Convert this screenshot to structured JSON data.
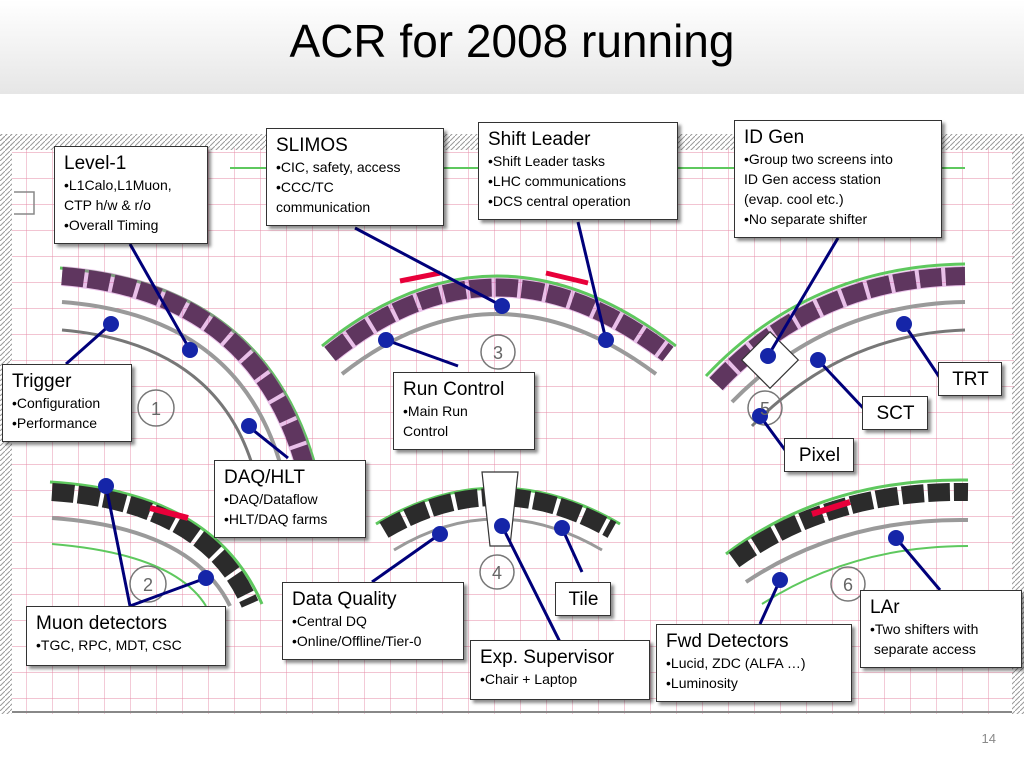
{
  "slide": {
    "title": "ACR for 2008 running",
    "page_number": "14"
  },
  "room_numbers": [
    "1",
    "2",
    "3",
    "4",
    "5",
    "6"
  ],
  "callouts": {
    "level1": {
      "heading": "Level-1",
      "lines": [
        "•L1Calo,L1Muon,",
        "CTP h/w & r/o",
        "•Overall Timing"
      ]
    },
    "slimos": {
      "heading": "SLIMOS",
      "lines": [
        "•CIC, safety, access",
        "•CCC/TC",
        "communication"
      ]
    },
    "shift_leader": {
      "heading": "Shift Leader",
      "lines": [
        "•Shift Leader tasks",
        "•LHC communications",
        "•DCS central operation"
      ]
    },
    "id_gen": {
      "heading": "ID Gen",
      "lines": [
        "•Group two screens into",
        "ID Gen access station",
        "(evap. cool etc.)",
        "•No separate shifter"
      ]
    },
    "trigger": {
      "heading": "Trigger",
      "lines": [
        "•Configuration",
        "•Performance"
      ]
    },
    "run_control": {
      "heading": "Run Control",
      "lines": [
        "•Main Run",
        "Control"
      ]
    },
    "trt": {
      "heading": "TRT",
      "lines": []
    },
    "sct": {
      "heading": "SCT",
      "lines": []
    },
    "pixel": {
      "heading": "Pixel",
      "lines": []
    },
    "daq_hlt": {
      "heading": "DAQ/HLT",
      "lines": [
        "•DAQ/Dataflow",
        "•HLT/DAQ farms"
      ]
    },
    "data_quality": {
      "heading": "Data Quality",
      "lines": [
        "•Central DQ",
        "•Online/Offline/Tier-0"
      ]
    },
    "tile": {
      "heading": "Tile",
      "lines": []
    },
    "muon": {
      "heading": "Muon detectors",
      "lines": [
        "•TGC, RPC, MDT, CSC"
      ]
    },
    "exp_supervisor": {
      "heading": "Exp. Supervisor",
      "lines": [
        "•Chair + Laptop"
      ]
    },
    "fwd": {
      "heading": "Fwd Detectors",
      "lines": [
        "•Lucid, ZDC (ALFA …)",
        "•Luminosity"
      ]
    },
    "lar": {
      "heading": "LAr",
      "lines": [
        "•Two shifters with",
        " separate access"
      ]
    }
  },
  "colors": {
    "leader_line": "#00007a",
    "marker": "#1525a8",
    "grid_pink": "#e58aa6",
    "desk_magenta": "#c04ac0",
    "desk_green": "#5ec85e",
    "red_accent": "#e8003a"
  }
}
